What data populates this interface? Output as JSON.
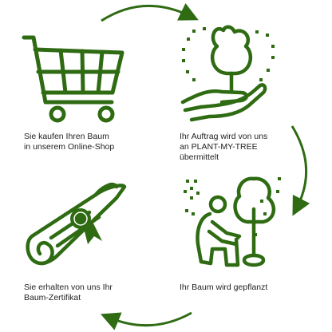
{
  "colors": {
    "brand_green": "#2e6b12",
    "text": "#222222",
    "background": "#ffffff"
  },
  "steps": [
    {
      "icon": "shopping-cart-icon",
      "lines": [
        "Sie kaufen Ihren Baum",
        "in unserem Online-Shop"
      ]
    },
    {
      "icon": "tree-in-hand-icon",
      "lines": [
        "Ihr Auftrag wird von uns",
        "an PLANT-MY-TREE",
        "übermittelt"
      ]
    },
    {
      "icon": "person-planting-tree-icon",
      "lines": [
        "Ihr Baum wird gepflanzt"
      ]
    },
    {
      "icon": "certificate-scroll-icon",
      "lines": [
        "Sie erhalten von uns Ihr",
        "Baum-Zertifikat"
      ]
    }
  ],
  "arrows": [
    "arrow-right-icon",
    "arrow-down-icon",
    "arrow-left-icon"
  ]
}
